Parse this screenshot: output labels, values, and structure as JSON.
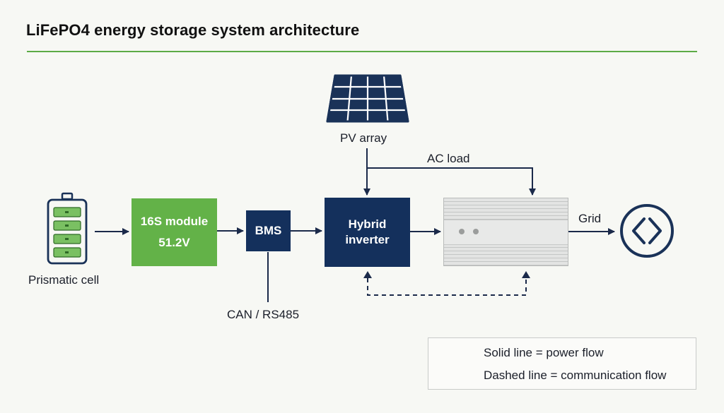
{
  "title": "LiFePO4 energy storage system architecture",
  "nodes": {
    "cell_label": "Prismatic cell",
    "module_line1": "16S module",
    "module_line2": "51.2V",
    "bms": "BMS",
    "inverter_line1": "Hybrid",
    "inverter_line2": "inverter",
    "pv_label": "PV array",
    "ac_load_label": "AC load",
    "grid_label": "Grid",
    "can_label": "CAN / RS485"
  },
  "legend": {
    "solid": "Solid line = power flow",
    "dashed": "Dashed line = communication flow"
  },
  "colors": {
    "accent_green": "#63b248",
    "navy": "#14305c",
    "rule_green": "#5cab45"
  },
  "icons": [
    "battery-cell-icon",
    "solar-panel-icon",
    "grid-icon"
  ]
}
